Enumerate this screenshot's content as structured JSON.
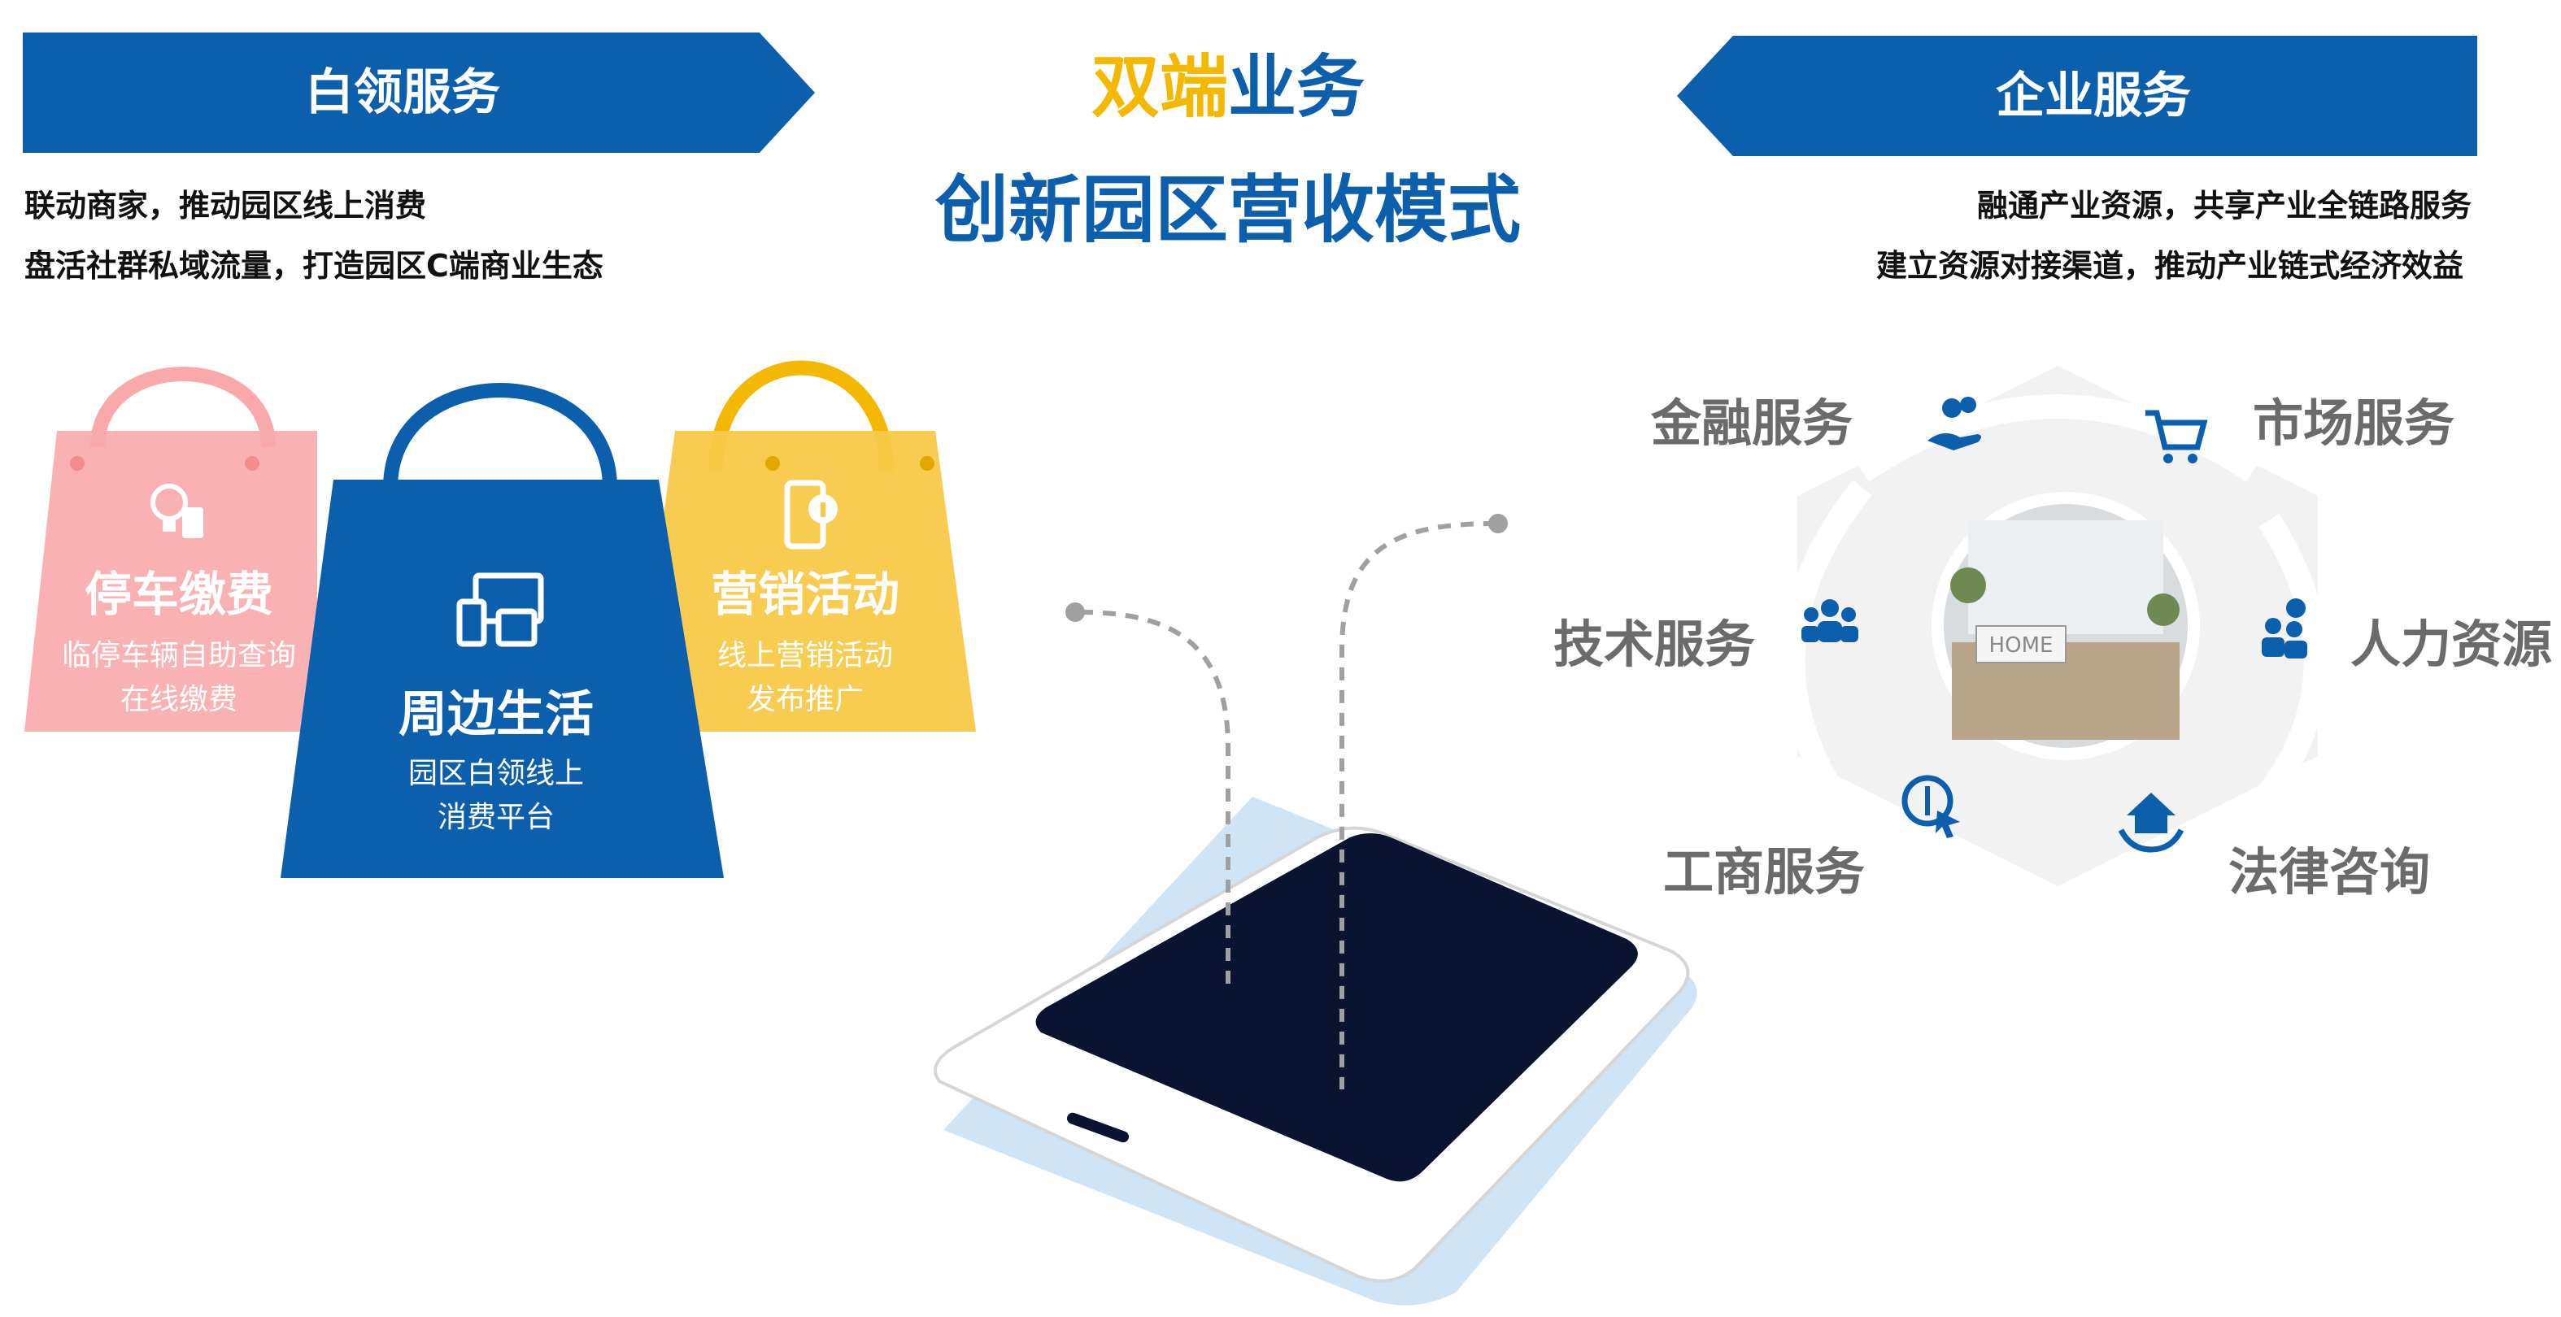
{
  "left_banner": {
    "title": "白领服务"
  },
  "left_desc": [
    "联动商家，推动园区线上消费",
    "盘活社群私域流量，打造园区C端商业生态"
  ],
  "center": {
    "title_part1": "双端",
    "title_part2": "业务",
    "subtitle": "创新园区营收模式"
  },
  "right_banner": {
    "title": "企业服务"
  },
  "right_desc": [
    "融通产业资源，共享产业全链路服务",
    "建立资源对接渠道，推动产业链式经济效益"
  ],
  "bags": [
    {
      "title": "停车缴费",
      "lines": [
        "临停车辆自助查询",
        "在线缴费"
      ],
      "color": "#f9a9a9",
      "icon": "bulb-phone-icon"
    },
    {
      "title": "周边生活",
      "lines": [
        "园区白领线上",
        "消费平台"
      ],
      "color": "#0b5fad",
      "icon": "devices-icon"
    },
    {
      "title": "营销活动",
      "lines": [
        "线上营销活动",
        "发布推广"
      ],
      "color": "#f7c948",
      "icon": "phone-info-icon"
    }
  ],
  "services": [
    {
      "label": "金融服务",
      "icon": "money-hand-icon"
    },
    {
      "label": "市场服务",
      "icon": "cart-icon"
    },
    {
      "label": "技术服务",
      "icon": "team-icon"
    },
    {
      "label": "人力资源",
      "icon": "people-dollar-icon"
    },
    {
      "label": "工商服务",
      "icon": "dollar-click-icon"
    },
    {
      "label": "法律咨询",
      "icon": "house-hands-icon"
    }
  ],
  "center_image_text": "HOME",
  "colors": {
    "brand_blue": "#0b5fad",
    "yellow": "#f5b800",
    "pink": "#f9a9a9",
    "gray_text": "#6b6b6b",
    "phone_screen": "#0a1330"
  }
}
